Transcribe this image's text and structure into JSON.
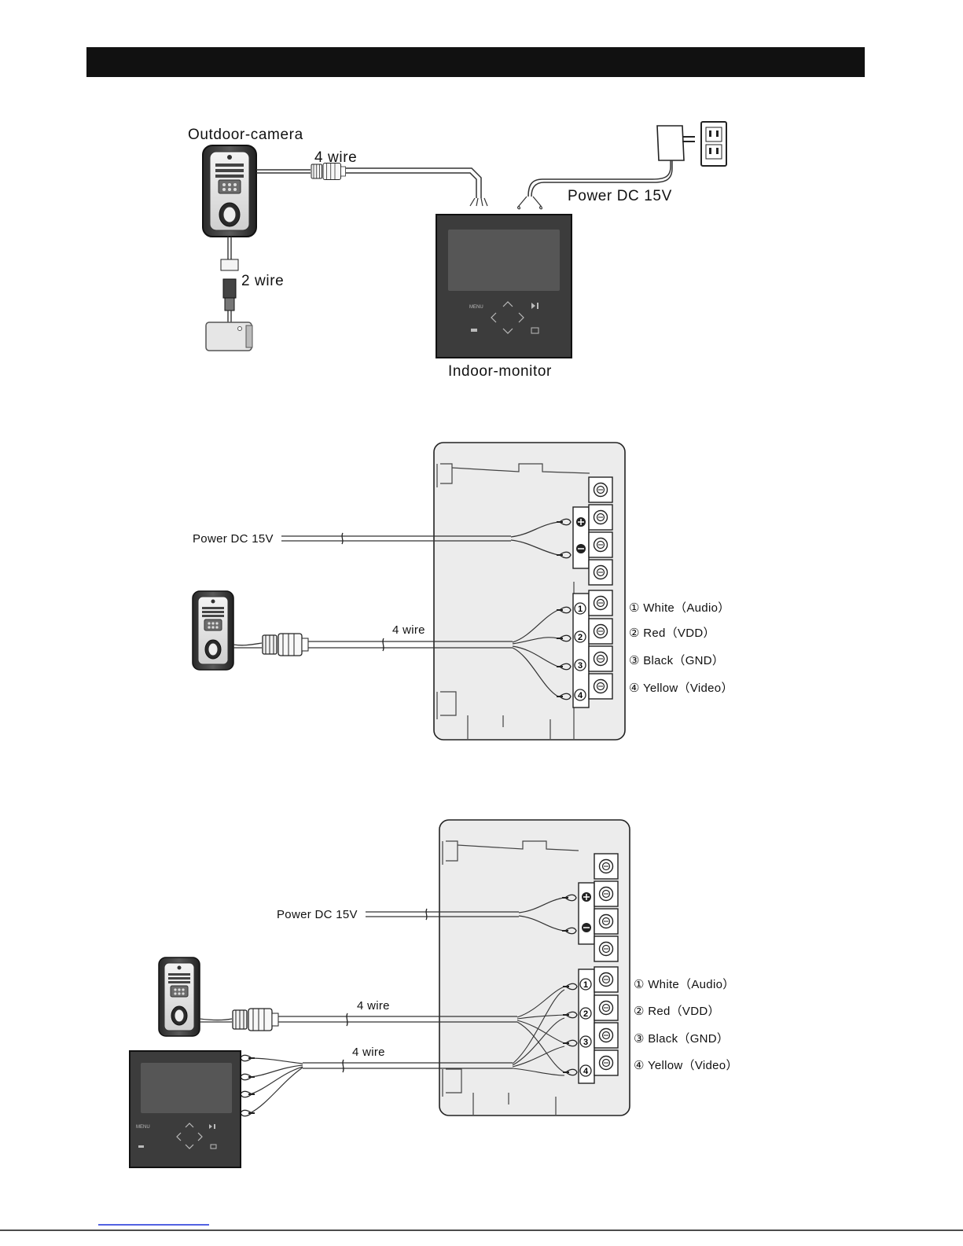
{
  "colors": {
    "banner": "#111111",
    "monitor": "#3a3a3a",
    "screen": "#555555",
    "panel": "#ececec",
    "link_line": "#1a2fd8"
  },
  "diagram1": {
    "outdoor_camera": "Outdoor-camera",
    "indoor_monitor": "Indoor-monitor",
    "four_wire": "4 wire",
    "two_wire": "2 wire",
    "power": "Power DC 15V",
    "monitor_buttons": {
      "menu": "MENU"
    }
  },
  "diagram2": {
    "power": "Power DC 15V",
    "four_wire": "4 wire",
    "terminals": [
      "①",
      "②",
      "③",
      "④"
    ],
    "legend": [
      "① White（Audio）",
      "② Red（VDD）",
      "③ Black（GND）",
      "④ Yellow（Video）"
    ]
  },
  "diagram3": {
    "power": "Power DC 15V",
    "four_wire_camera": "4 wire",
    "four_wire_monitor": "4 wire",
    "terminals": [
      "①",
      "②",
      "③",
      "④"
    ],
    "legend": [
      "① White（Audio）",
      "② Red（VDD）",
      "③ Black（GND）",
      "④ Yellow（Video）"
    ],
    "monitor_buttons": {
      "menu": "MENU"
    }
  },
  "icons": [
    "outdoor-camera-icon",
    "indoor-monitor-icon",
    "power-adapter-icon",
    "wall-outlet-icon",
    "unlock-device-icon",
    "connector-icon",
    "terminal-block-icon"
  ]
}
